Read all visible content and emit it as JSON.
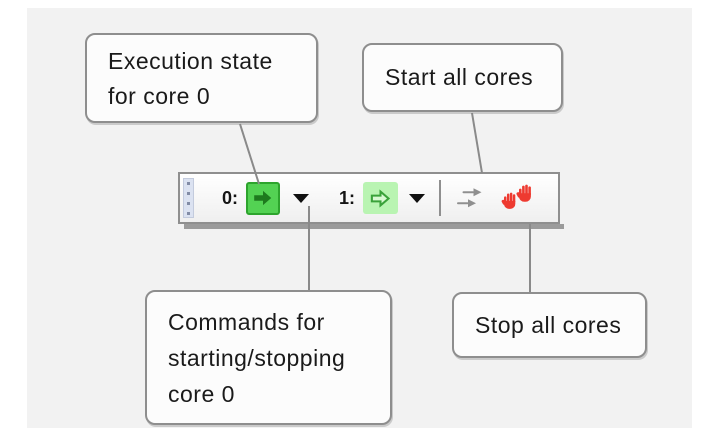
{
  "colors": {
    "panel-bg": "#f2f2f2",
    "line-gray": "#8a8a8a",
    "run-green": "#53d253",
    "run-green-border": "#2da42d",
    "run-arrow-dark": "#1e7a1e",
    "pale-green": "#b9f4b2",
    "pale-arrow-green": "#3aa23a",
    "pale-arrow-fill": "#d8f9d2",
    "gray-icon": "#8f8f8f",
    "stop-red": "#ee3a30"
  },
  "callouts": {
    "execution_state": {
      "lines": [
        "Execution state",
        "for core 0"
      ]
    },
    "start_all": {
      "lines": [
        "Start all cores"
      ]
    },
    "commands": {
      "lines": [
        "Commands for",
        "starting/stopping",
        "core 0"
      ]
    },
    "stop_all": {
      "lines": [
        "Stop all cores"
      ]
    }
  },
  "toolbar": {
    "core0": {
      "label": "0:",
      "state_icon": "green-filled-right-arrow",
      "menu_icon": "dropdown-caret"
    },
    "core1": {
      "label": "1:",
      "state_icon": "green-outline-right-arrow",
      "menu_icon": "dropdown-caret"
    },
    "start_all_icon": "gray-double-right-arrows",
    "stop_all_icon": "red-two-hands",
    "grip_icon": "toolbar-drag-grip"
  }
}
